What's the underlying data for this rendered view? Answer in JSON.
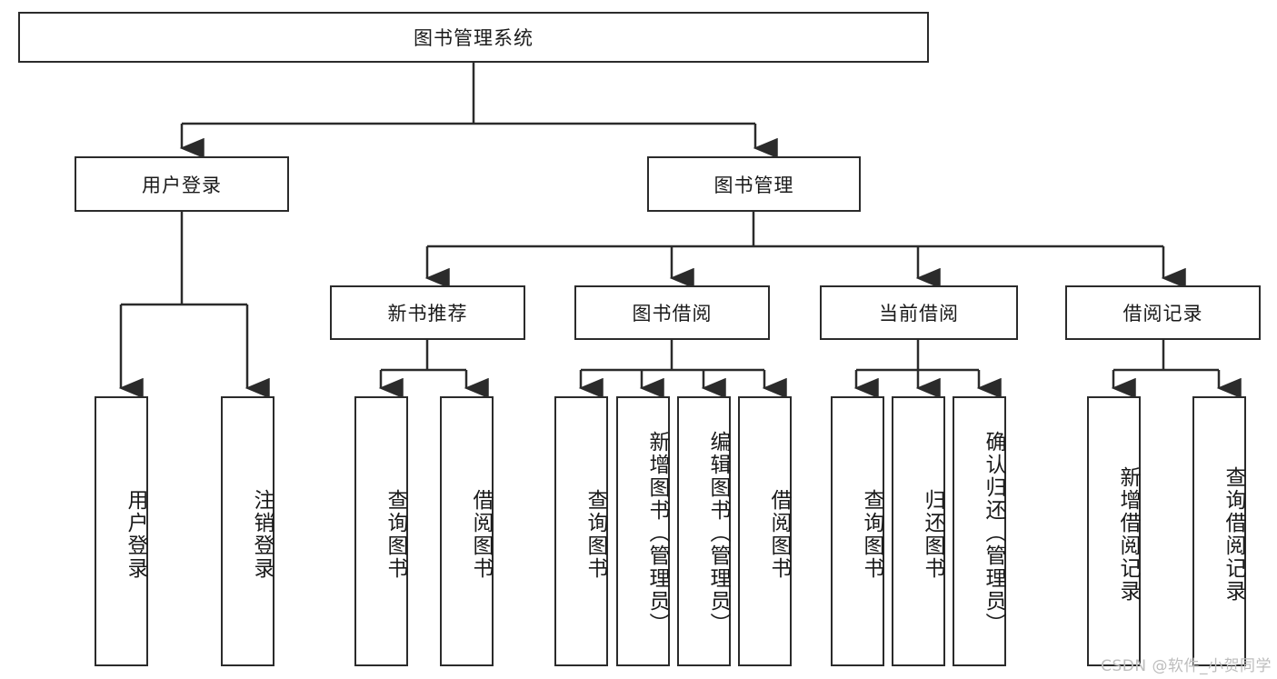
{
  "diagram": {
    "type": "tree",
    "title": "图书管理系统",
    "watermark": "CSDN @软件_小贺同学",
    "colors": {
      "box_border": "#2b2b2b",
      "box_fill": "#ffffff",
      "connector": "#2b2b2b",
      "text": "#1a1a1a",
      "watermark": "#bdbdbd"
    },
    "root": {
      "label": "图书管理系统"
    },
    "level2": [
      {
        "id": "user-login",
        "label": "用户登录"
      },
      {
        "id": "book-management",
        "label": "图书管理"
      }
    ],
    "level3": [
      {
        "id": "new-book-recommend",
        "label": "新书推荐"
      },
      {
        "id": "book-borrow",
        "label": "图书借阅"
      },
      {
        "id": "current-borrow",
        "label": "当前借阅"
      },
      {
        "id": "borrow-record",
        "label": "借阅记录"
      }
    ],
    "leaves": {
      "user_login": [
        {
          "id": "leaf-user-login",
          "label": "用户登录"
        },
        {
          "id": "leaf-logout-login",
          "label": "注销登录"
        }
      ],
      "new_book_recommend": [
        {
          "id": "leaf-query-book-1",
          "label": "查询图书"
        },
        {
          "id": "leaf-borrow-book-1",
          "label": "借阅图书"
        }
      ],
      "book_borrow": [
        {
          "id": "leaf-query-book-2",
          "label": "查询图书"
        },
        {
          "id": "leaf-add-book",
          "label": "新增图书（管理员）"
        },
        {
          "id": "leaf-edit-book",
          "label": "编辑图书（管理员）"
        },
        {
          "id": "leaf-borrow-book-2",
          "label": "借阅图书"
        }
      ],
      "current_borrow": [
        {
          "id": "leaf-query-book-3",
          "label": "查询图书"
        },
        {
          "id": "leaf-return-book",
          "label": "归还图书"
        },
        {
          "id": "leaf-confirm-return",
          "label": "确认归还（管理员）"
        }
      ],
      "borrow_record": [
        {
          "id": "leaf-add-record",
          "label": "新增借阅记录"
        },
        {
          "id": "leaf-query-record",
          "label": "查询借阅记录"
        }
      ]
    }
  }
}
